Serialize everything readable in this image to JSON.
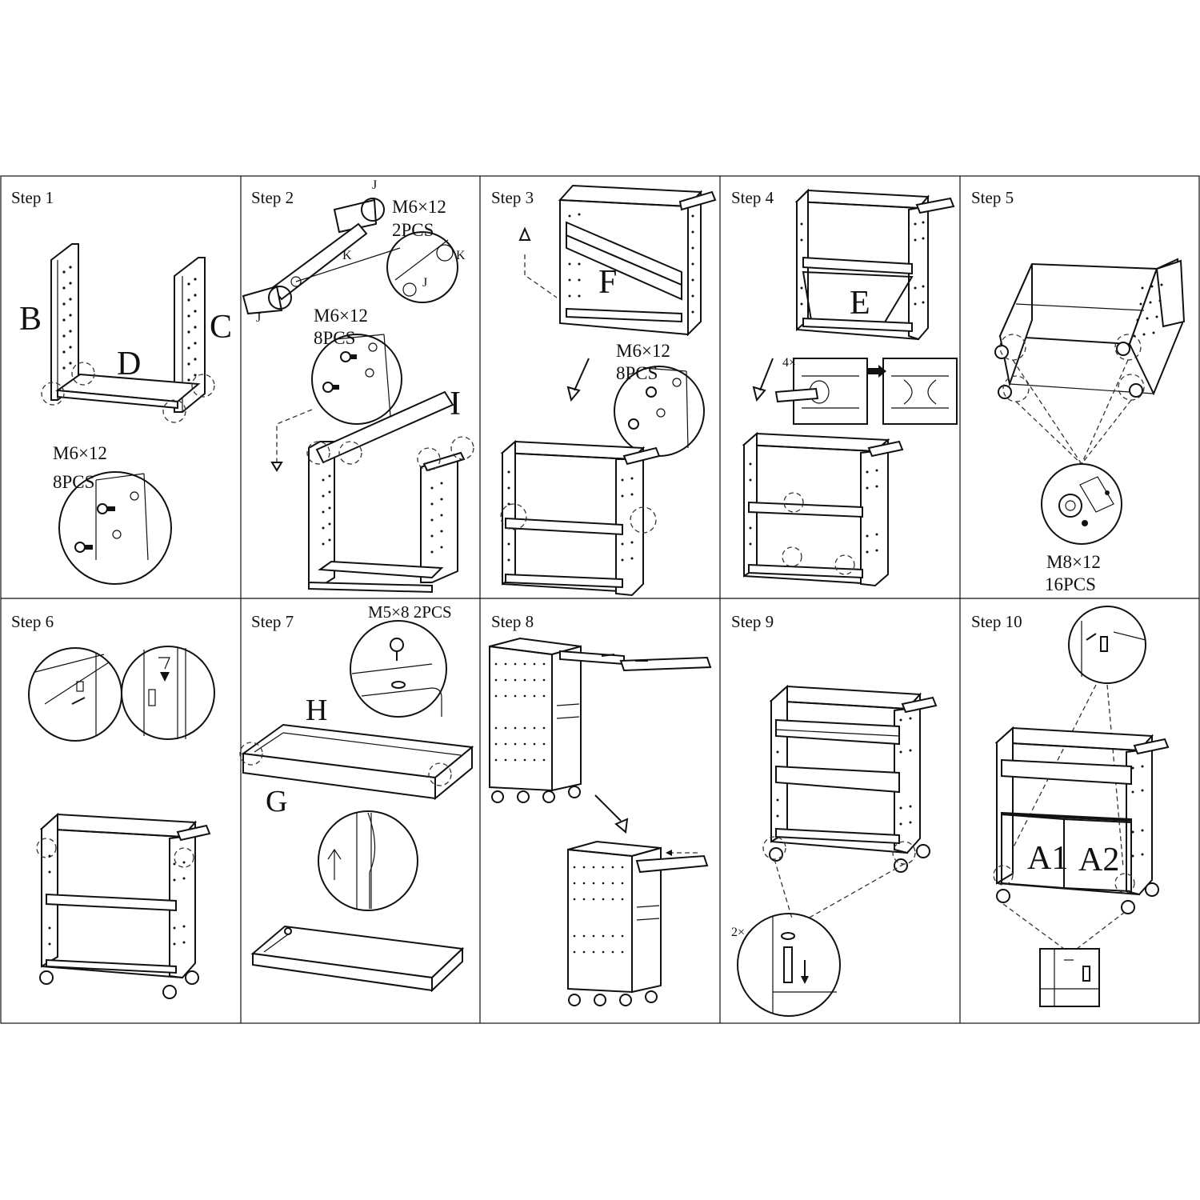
{
  "steps": [
    {
      "title": "Step 1",
      "specs": [
        "M6×12",
        "8PCS"
      ],
      "parts": [
        "B",
        "C",
        "D"
      ]
    },
    {
      "title": "Step 2",
      "specs": [
        "M6×12",
        "2PCS",
        "M6×12",
        "8PCS"
      ],
      "parts": [
        "J",
        "K",
        "J",
        "K",
        "J",
        "I"
      ]
    },
    {
      "title": "Step 3",
      "specs": [
        "M6×12",
        "8PCS"
      ],
      "parts": [
        "F"
      ]
    },
    {
      "title": "Step 4",
      "specs": [
        "4×"
      ],
      "parts": [
        "E"
      ]
    },
    {
      "title": "Step 5",
      "specs": [
        "M8×12",
        "16PCS"
      ],
      "parts": []
    },
    {
      "title": "Step 6",
      "specs": [],
      "parts": []
    },
    {
      "title": "Step 7",
      "specs": [
        "M5×8  2PCS"
      ],
      "parts": [
        "H",
        "G"
      ]
    },
    {
      "title": "Step 8",
      "specs": [],
      "parts": []
    },
    {
      "title": "Step 9",
      "specs": [
        "2×"
      ],
      "parts": []
    },
    {
      "title": "Step 10",
      "specs": [],
      "parts": [
        "A1",
        "A2"
      ]
    }
  ]
}
